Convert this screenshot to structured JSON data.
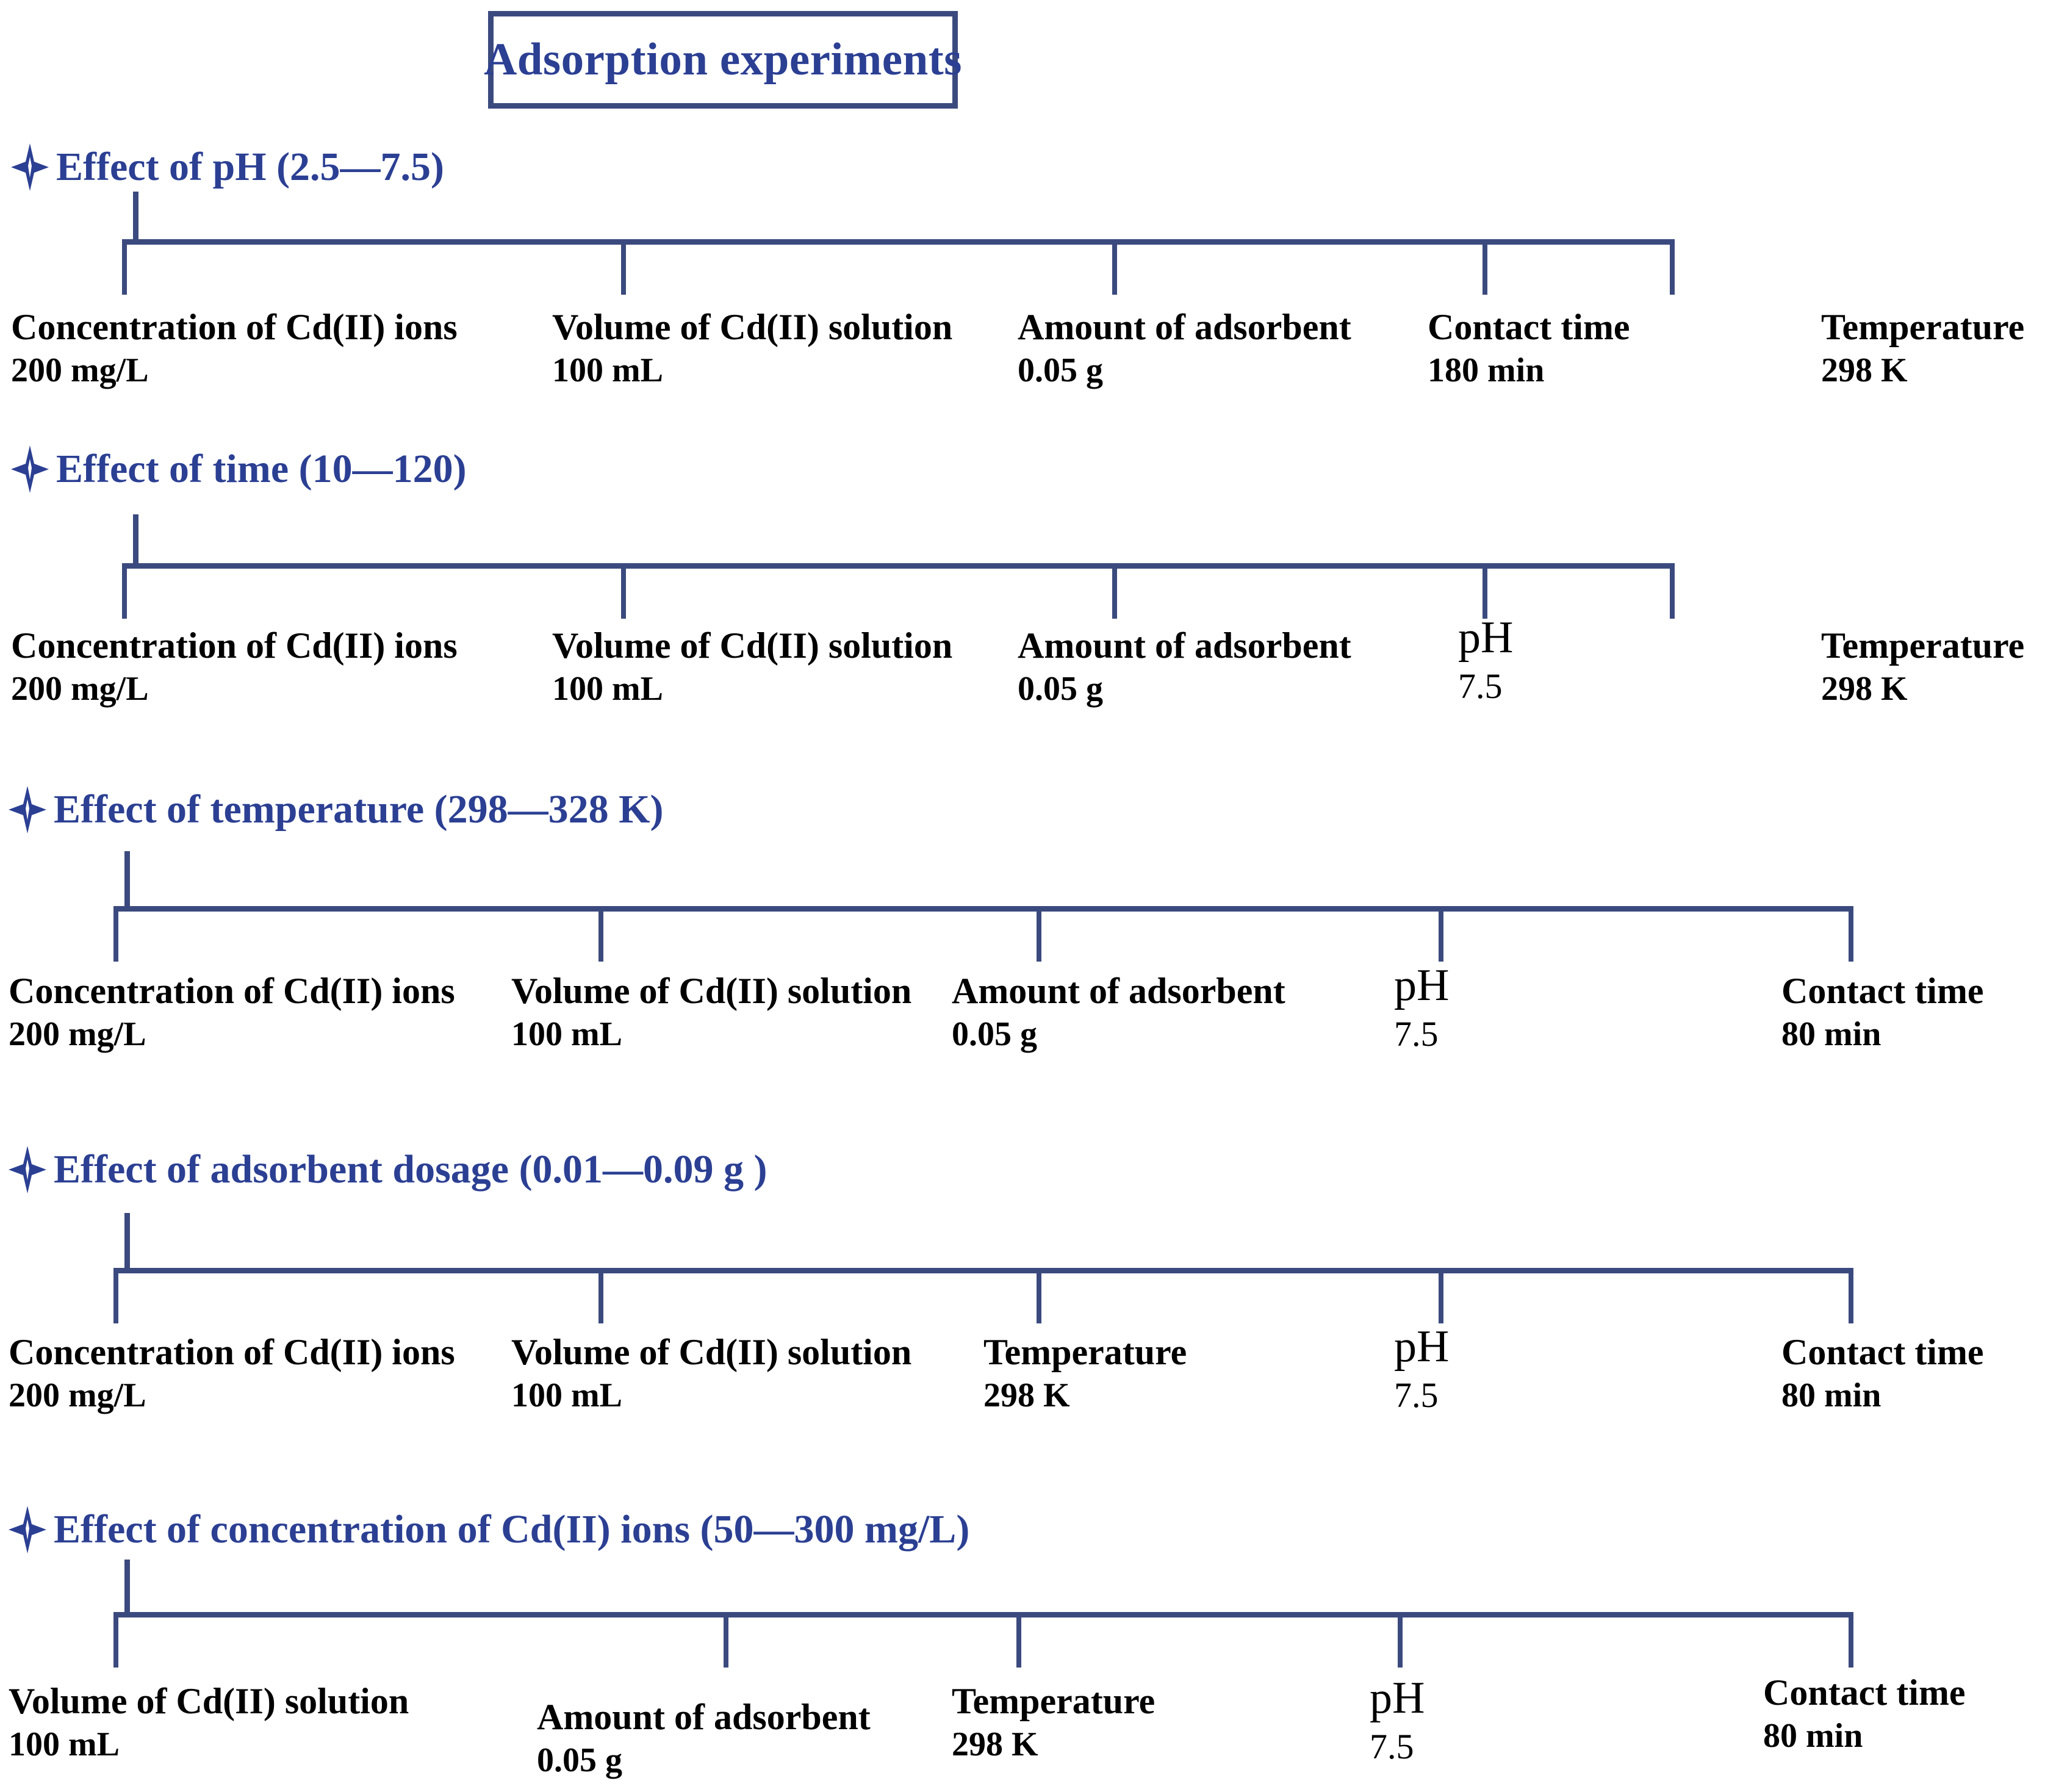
{
  "title": {
    "text": "Adsorption experiments",
    "border_color": "#3b4a7e",
    "text_color": "#2b3f93"
  },
  "icons": {
    "bullet": "sparkle-icon"
  },
  "colors": {
    "connector": "#3b4a7e",
    "heading": "#2b3f93",
    "parameter_text": "#000000"
  },
  "sections": [
    {
      "heading": "Effect of pH (2.5—7.5)",
      "params": [
        {
          "name": "Concentration of Cd(II) ions",
          "value": "200 mg/L"
        },
        {
          "name": "Volume of Cd(II) solution",
          "value": "100 mL"
        },
        {
          "name": "Amount of adsorbent",
          "value": "0.05 g"
        },
        {
          "name": "Contact time",
          "value": "180 min"
        },
        {
          "name": "Temperature",
          "value": "298 K"
        }
      ]
    },
    {
      "heading": "Effect of time (10—120)",
      "params": [
        {
          "name": "Concentration of Cd(II) ions",
          "value": "200 mg/L"
        },
        {
          "name": "Volume of Cd(II) solution",
          "value": "100 mL"
        },
        {
          "name": "Amount of adsorbent",
          "value": "0.05 g"
        },
        {
          "name": "pH",
          "value": "7.5"
        },
        {
          "name": "Temperature",
          "value": "298 K"
        }
      ]
    },
    {
      "heading": "Effect of temperature (298—328 K)",
      "params": [
        {
          "name": "Concentration of Cd(II) ions",
          "value": "200 mg/L"
        },
        {
          "name": "Volume of Cd(II) solution",
          "value": "100 mL"
        },
        {
          "name": "Amount of adsorbent",
          "value": "0.05 g"
        },
        {
          "name": "pH",
          "value": "7.5"
        },
        {
          "name": "Contact time",
          "value": "80 min"
        }
      ]
    },
    {
      "heading": "Effect of adsorbent dosage (0.01—0.09 g )",
      "params": [
        {
          "name": "Concentration of Cd(II) ions",
          "value": "200 mg/L"
        },
        {
          "name": "Volume of Cd(II) solution",
          "value": "100 mL"
        },
        {
          "name": "Temperature",
          "value": "298 K"
        },
        {
          "name": "pH",
          "value": "7.5"
        },
        {
          "name": "Contact time",
          "value": "80 min"
        }
      ]
    },
    {
      "heading": "Effect of concentration of Cd(II) ions (50—300 mg/L)",
      "params": [
        {
          "name": "Volume of Cd(II) solution",
          "value": "100 mL"
        },
        {
          "name": "Amount of adsorbent",
          "value": "0.05 g"
        },
        {
          "name": "Temperature",
          "value": "298 K"
        },
        {
          "name": "pH",
          "value": "7.5"
        },
        {
          "name": "Contact time",
          "value": "80 min"
        }
      ]
    }
  ]
}
